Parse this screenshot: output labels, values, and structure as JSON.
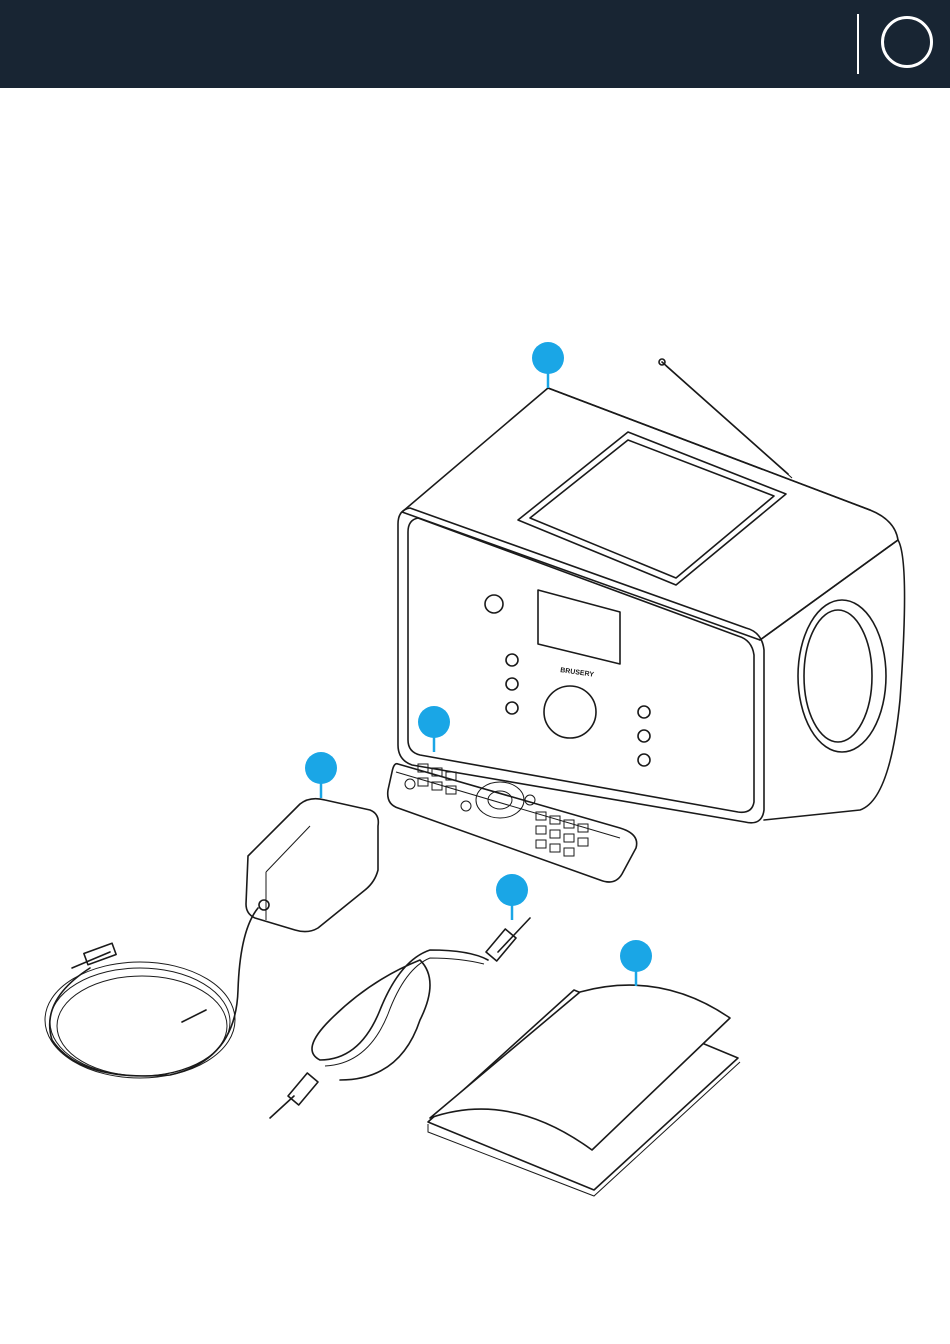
{
  "header": {
    "background_color": "#182533",
    "badge_shape": "circle-outline-icon"
  },
  "callouts": {
    "color": "#1aa6e6",
    "items": [
      {
        "target": "radio"
      },
      {
        "target": "remote-control"
      },
      {
        "target": "power-adapter"
      },
      {
        "target": "audio-cable"
      },
      {
        "target": "user-manual"
      }
    ]
  },
  "radio": {
    "brand_text": "BRUSERY"
  }
}
